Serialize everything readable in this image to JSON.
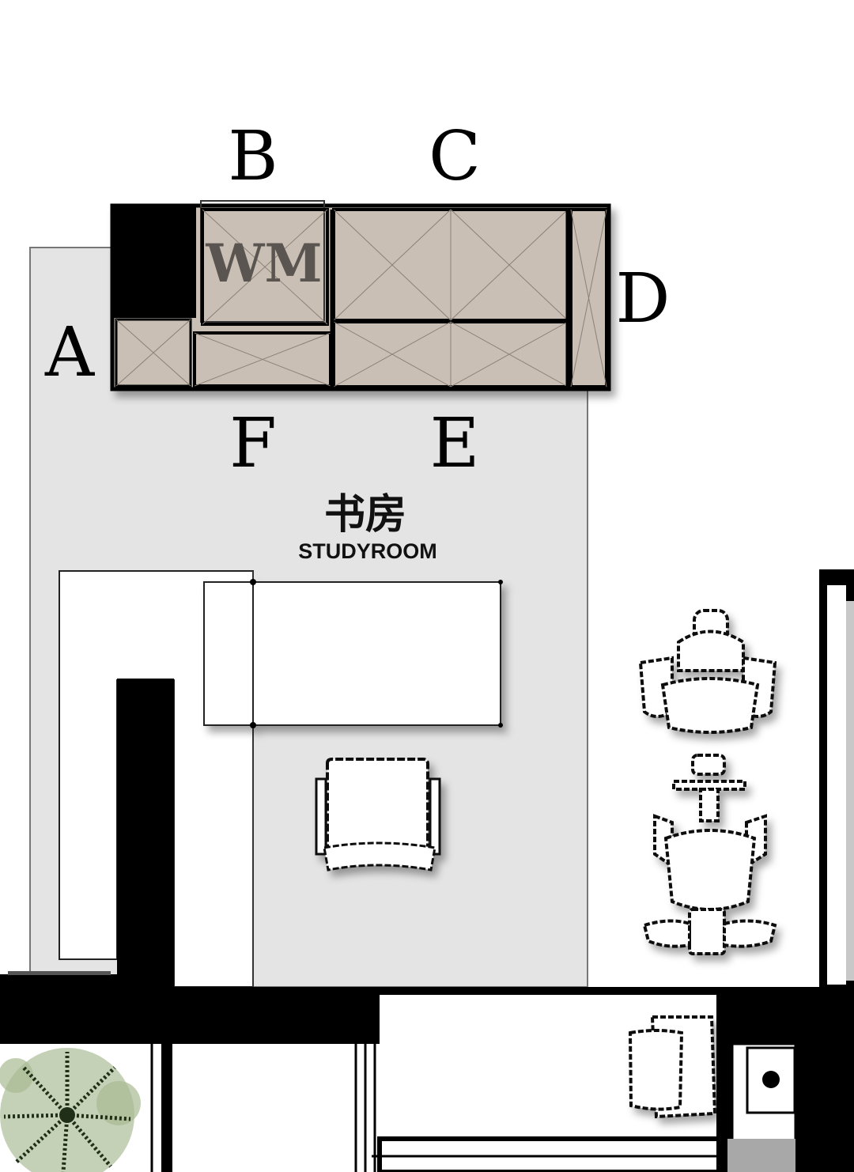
{
  "cabinet_labels": {
    "a": "A",
    "b": "B",
    "c": "C",
    "d": "D",
    "e": "E",
    "f": "F"
  },
  "appliance_label": "WM",
  "room": {
    "name_cn": "书房",
    "name_en": "STUDYROOM"
  },
  "colors": {
    "floor": "#e4e4e4",
    "cabinet": "#c9bfb4",
    "wall": "#000000",
    "plant": "#93ab7c"
  }
}
